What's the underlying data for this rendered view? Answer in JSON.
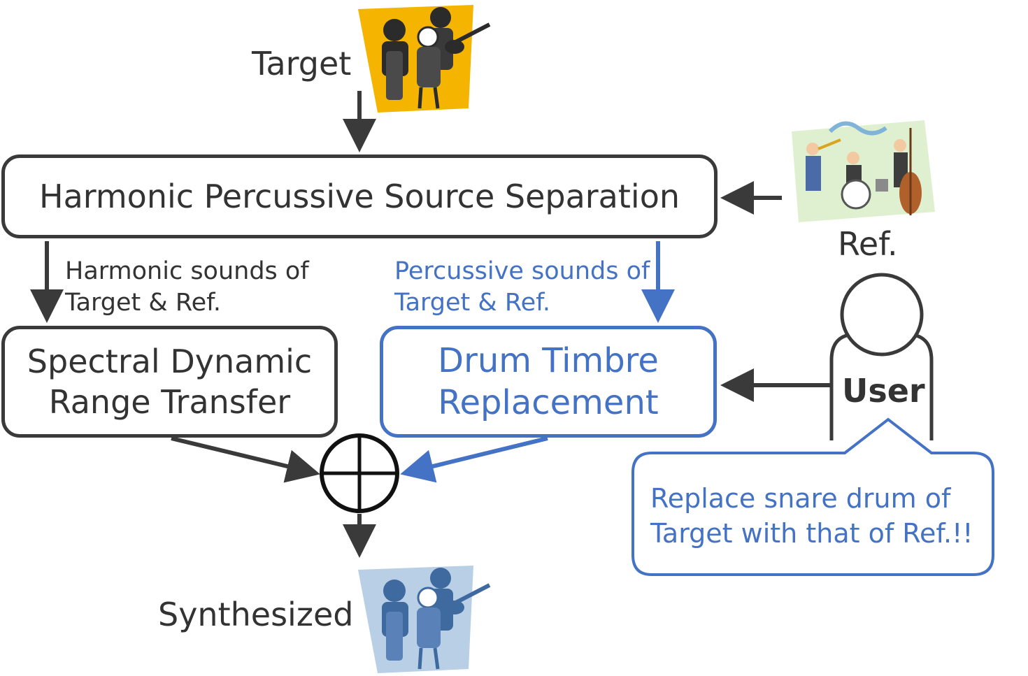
{
  "labels": {
    "target": "Target",
    "ref": "Ref.",
    "synthesized": "Synthesized",
    "user": "User"
  },
  "boxes": {
    "hpss": "Harmonic Percussive Source Separation",
    "sdrt_line1": "Spectral Dynamic",
    "sdrt_line2": "Range Transfer",
    "dtr_line1": "Drum Timbre",
    "dtr_line2": "Replacement"
  },
  "edges": {
    "harmonic_line1": "Harmonic sounds of",
    "harmonic_line2": "Target & Ref.",
    "percussive_line1": "Percussive sounds of",
    "percussive_line2": "Target & Ref."
  },
  "speech": {
    "line1": "Replace snare drum of",
    "line2": "Target with that of Ref.!!"
  },
  "colors": {
    "dark": "#3a3a3a",
    "blue": "#4472c4",
    "target_bg": "#f5b400",
    "synth_bg": "#b9cfe6"
  },
  "icons": {
    "target": "band-clipart-icon",
    "ref": "jazz-band-clipart-icon",
    "synthesized": "band-clipart-blue-icon",
    "user": "person-icon",
    "sum": "circle-plus-icon"
  }
}
